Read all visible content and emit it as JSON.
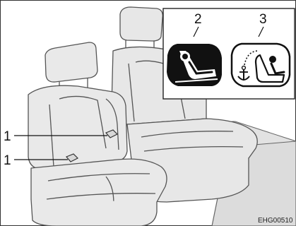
{
  "figure": {
    "callouts": {
      "isofix_anchor_a": "1",
      "isofix_anchor_b": "1",
      "isofix_child_seat_symbol": "2",
      "tether_anchor_symbol": "3"
    },
    "figure_code": "EHG00510",
    "icons": {
      "child_seat_icon": "child-seat-icon",
      "isofix_tether_icon": "isofix-tether-icon"
    },
    "colors": {
      "background": "#ffffff",
      "seat_fill": "#e7e7e7",
      "seat_shadow": "#d6d6d6",
      "outline": "#555555",
      "icon_black": "#111111"
    }
  }
}
